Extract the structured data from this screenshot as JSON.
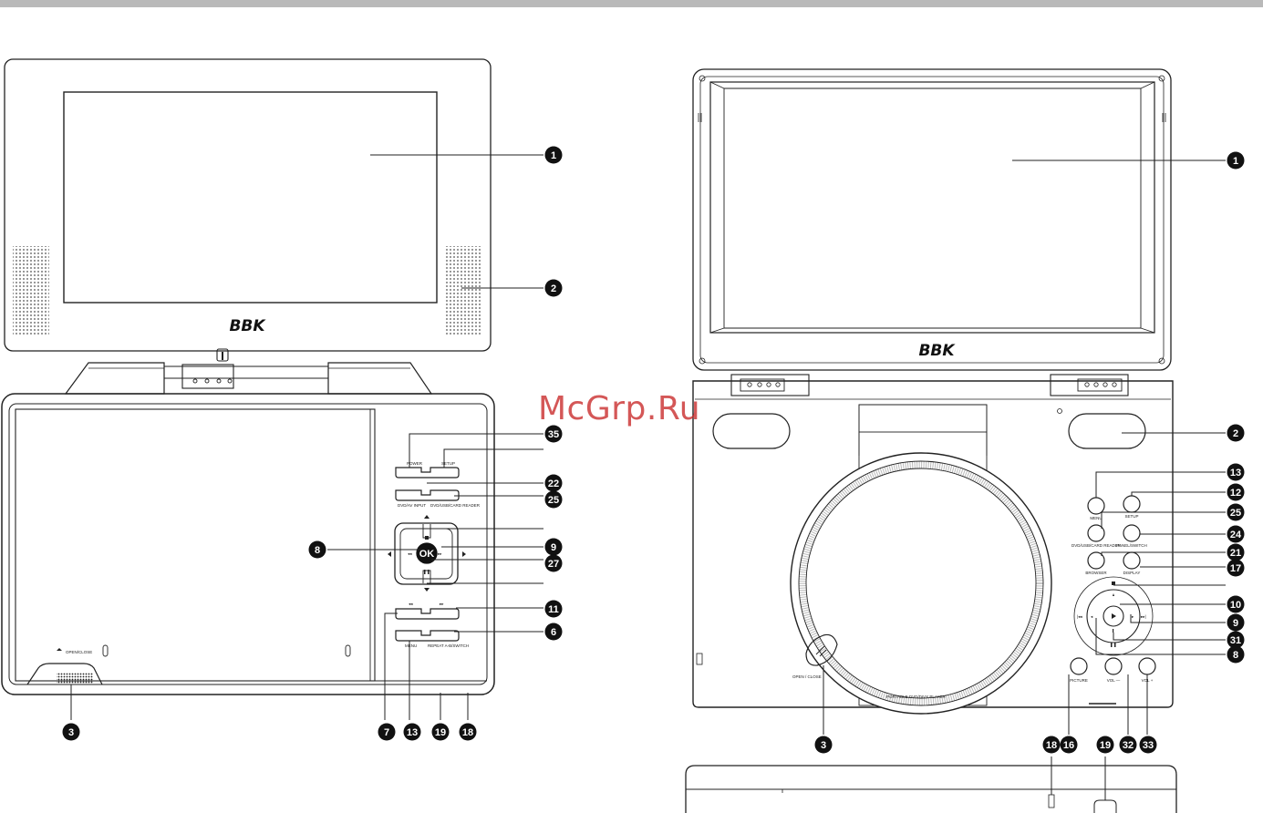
{
  "brand_logo": "BBK",
  "watermark": "McGrp.Ru",
  "left_device": {
    "buttons": {
      "power": "POWER",
      "setup": "SETUP",
      "dvd_av_input": "DVD/AV INPUT",
      "dvd_usb_card_reader": "DVD/USB/CARD READER",
      "ok": "OK",
      "menu": "MENU",
      "repeat_ab_switch": "REPEAT A-B/SWITCH",
      "open_close": "OPEN/CLOSE",
      "prev_symbol": "◂◂",
      "next_symbol": "▸▸"
    },
    "callouts": {
      "screen": "1",
      "speaker": "2",
      "power_setup": "35",
      "dvd_av_input": "22",
      "card_reader": "25",
      "left_arrow": "8",
      "right_arrow": "9",
      "ok": "27",
      "prev_next": "11",
      "repeat_switch": "6",
      "bottom_7": "7",
      "bottom_13": "13",
      "bottom_19": "19",
      "bottom_18": "18",
      "open_close": "3"
    }
  },
  "right_device": {
    "labels": {
      "menu": "MENU",
      "setup": "SETUP",
      "dvd_usb_card_reader": "DVD/USB/CARD READER",
      "panel_switch": "PANEL/SWITCH",
      "browser": "BROWSER",
      "display": "DISPLAY",
      "picture": "PICTURE",
      "vol_minus": "VOL —",
      "vol_plus": "VOL +",
      "open_close": "OPEN / CLOSE",
      "portable_player": "PORTABLE DVD/DIVX PLAYER"
    },
    "callouts": {
      "screen": "1",
      "speaker": "2",
      "menu": "13",
      "setup": "12",
      "dvd_usb": "25",
      "panel_switch": "24",
      "browser": "21",
      "display": "17",
      "play": "10",
      "right_arrow": "9",
      "pause": "31",
      "left_arrow": "8",
      "open_close": "3",
      "bottom_18": "18",
      "bottom_16": "16",
      "bottom_19": "19",
      "bottom_32": "32",
      "bottom_33": "33"
    }
  }
}
